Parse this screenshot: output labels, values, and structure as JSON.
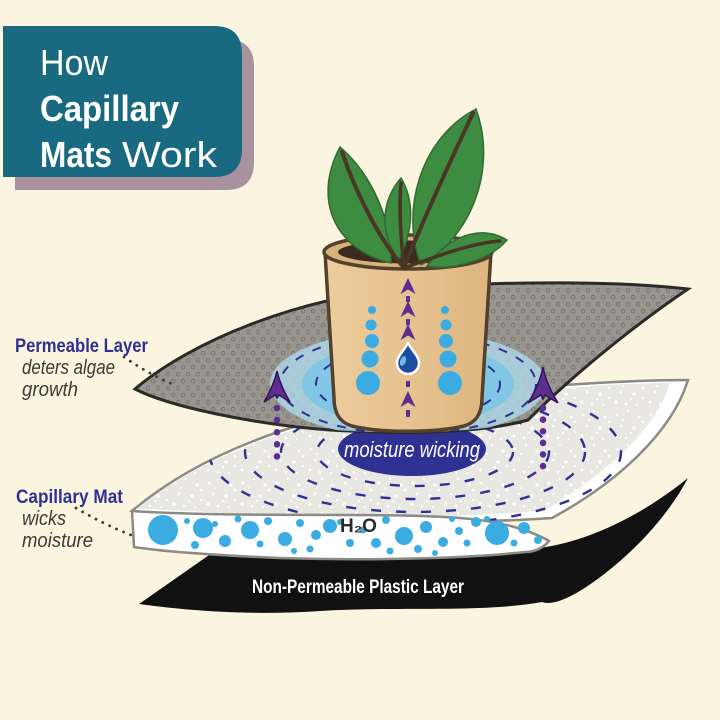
{
  "title": {
    "line1": "How",
    "line2": "Capillary",
    "line3_bold": "Mats",
    "line3_rest": "Work"
  },
  "labels": {
    "permeable": {
      "name": "Permeable Layer",
      "desc_line1": "deters algae",
      "desc_line2": "growth"
    },
    "capillary": {
      "name": "Capillary Mat",
      "desc_line1": "wicks",
      "desc_line2": "moisture"
    }
  },
  "diagram": {
    "moisture_wicking_label": "moisture wicking",
    "water_label": "H₂O",
    "bottom_layer_label": "Non-Permeable Plastic Layer"
  },
  "colors": {
    "background": "#FBF5E0",
    "title_box": "#196A80",
    "title_shadow": "#A8929E",
    "navy": "#2E3192",
    "purple": "#5E2D91",
    "water_blue": "#3BACE2",
    "drop_blue": "#1C4E9F",
    "pot_tan": "#E6C28F",
    "leaf_green": "#3E8B42",
    "mat_gray": "#E8E7E2",
    "sheet_gray": "#98968F",
    "plastic_black": "#111111"
  }
}
